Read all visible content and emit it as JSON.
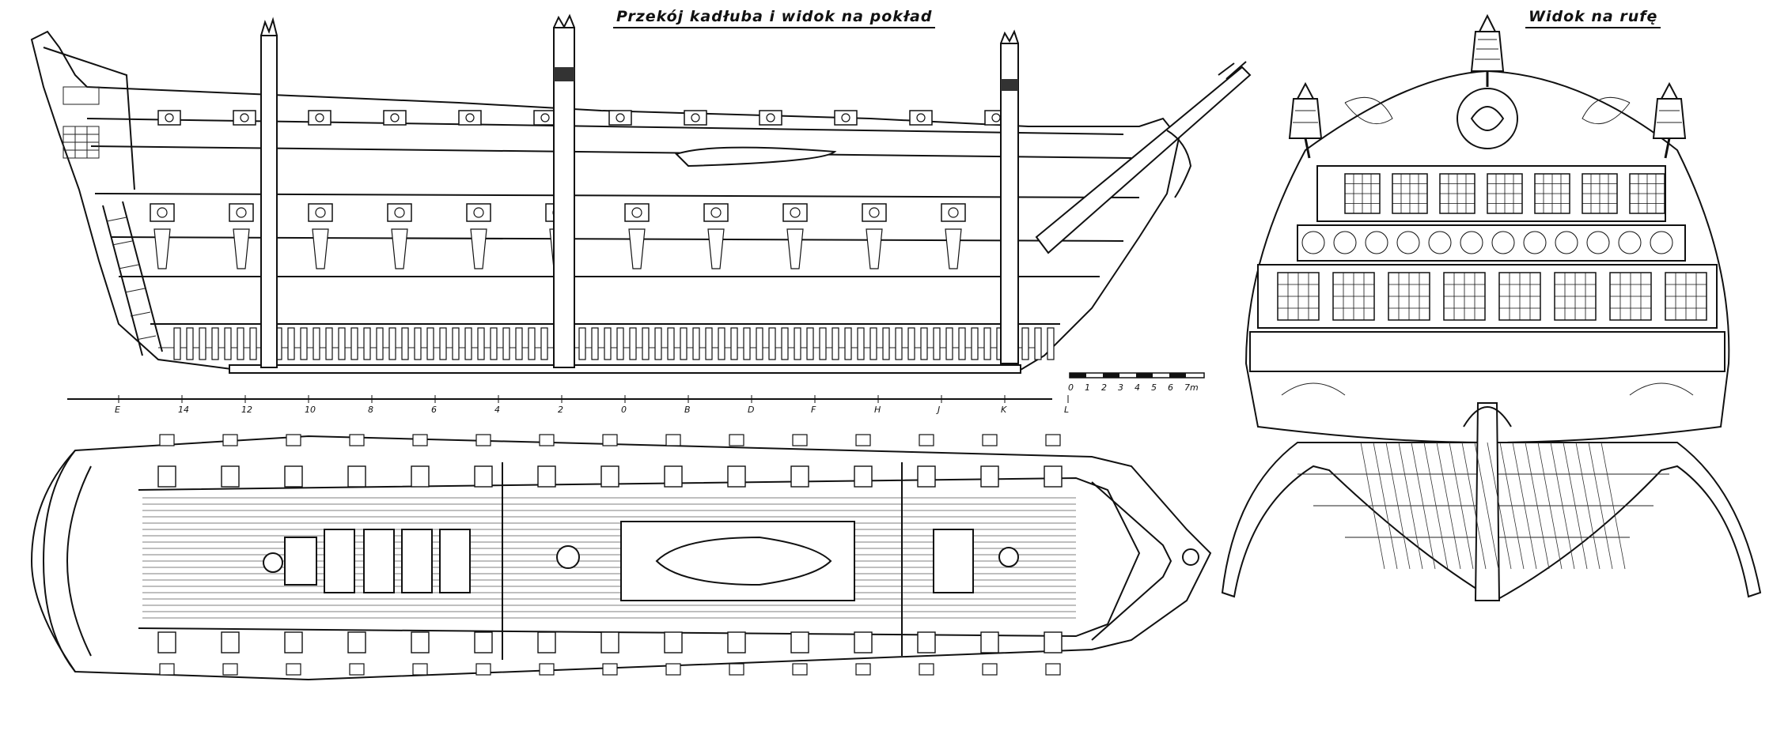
{
  "titles": {
    "section": "Przekój kadłuba i widok na pokład",
    "stern": "Widok na rufę"
  },
  "scale": {
    "labels": [
      "0",
      "1",
      "2",
      "3",
      "4",
      "5",
      "6",
      "7m"
    ]
  },
  "frame_stations": [
    "E",
    "14",
    "12",
    "10",
    "8",
    "6",
    "4",
    "2",
    "0",
    "B",
    "D",
    "F",
    "H",
    "J",
    "K",
    "L"
  ]
}
